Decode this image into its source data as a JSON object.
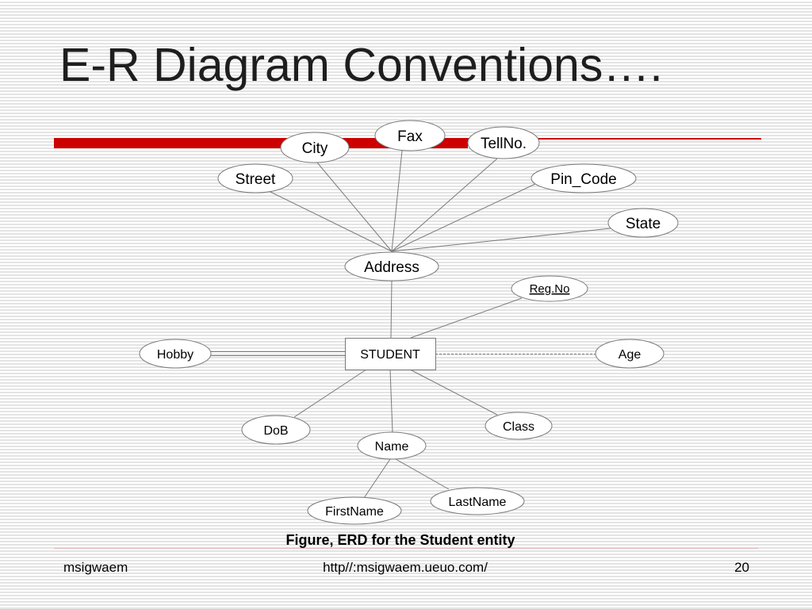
{
  "slide": {
    "title": "E-R Diagram Conventions….",
    "caption": "Figure, ERD for the Student entity"
  },
  "diagram": {
    "entity": "STUDENT",
    "attributes": {
      "fax": "Fax",
      "city": "City",
      "tellno": "TellNo.",
      "street": "Street",
      "pin_code": "Pin_Code",
      "state": "State",
      "address": "Address",
      "reg_no": "Reg.No",
      "hobby": "Hobby",
      "age": "Age",
      "dob": "DoB",
      "class": "Class",
      "name": "Name",
      "first_name": "FirstName",
      "last_name": "LastName"
    }
  },
  "footer": {
    "author": "msigwaem",
    "url": "http//:msigwaem.ueuo.com/",
    "page_number": "20"
  },
  "colors": {
    "accent": "#cc0000",
    "text": "#1e1e1e",
    "stroke": "#7a7a7a",
    "stripe": "#e4e4e4",
    "rule": "#dfb5b5"
  }
}
